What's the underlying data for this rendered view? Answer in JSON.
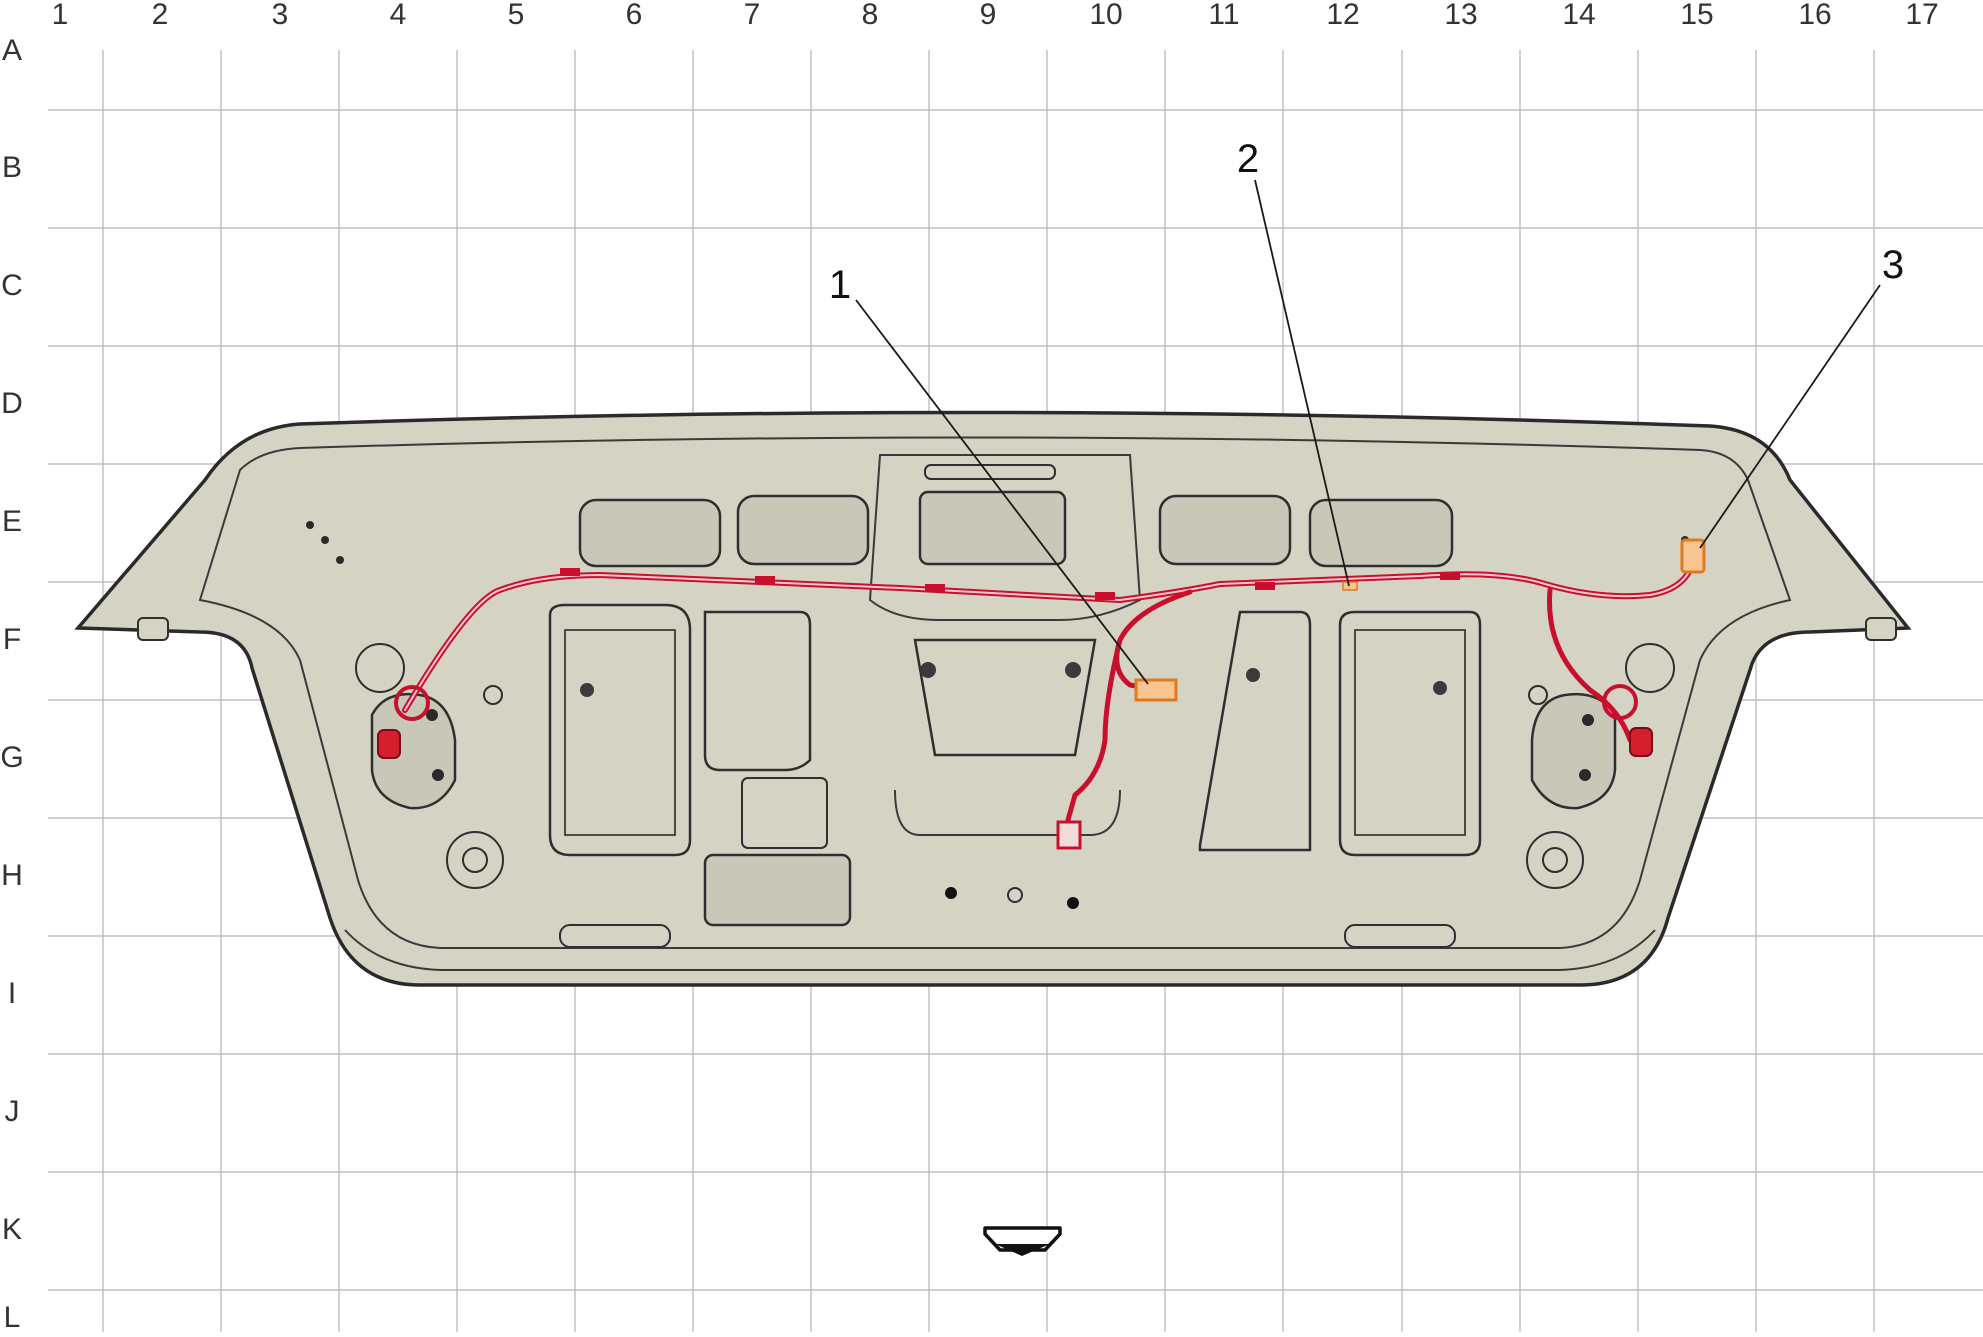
{
  "grid": {
    "columns": [
      "1",
      "2",
      "3",
      "4",
      "5",
      "6",
      "7",
      "8",
      "9",
      "10",
      "11",
      "12",
      "13",
      "14",
      "15",
      "16",
      "17"
    ],
    "rows": [
      "A",
      "B",
      "C",
      "D",
      "E",
      "F",
      "G",
      "H",
      "I",
      "J",
      "K",
      "L"
    ]
  },
  "callouts": [
    {
      "id": "callout-1",
      "label": "1"
    },
    {
      "id": "callout-2",
      "label": "2"
    },
    {
      "id": "callout-3",
      "label": "3"
    }
  ],
  "colors": {
    "panel_fill": "#d4d3c4",
    "outline": "#2a2a2a",
    "harness": "#c8102e",
    "connector": "#f08c2a",
    "grid_line": "#b0b0b0"
  },
  "icons": {
    "direction_arrow": "forward-direction-arrow-icon"
  }
}
